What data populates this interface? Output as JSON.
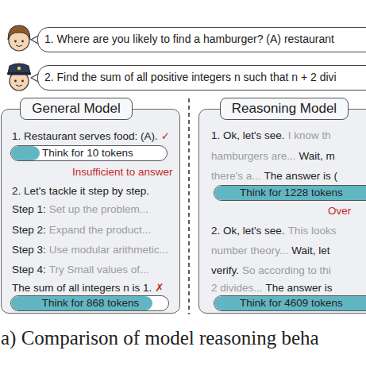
{
  "diagram": {
    "caption": "a) Comparison of model reasoning beha",
    "nodes": [
      {
        "text": [
          "1. Where are you likely to find a hamburger? (A) restaurant"
        ]
      },
      {
        "text": [
          "2. Find the sum of all positive integers n such that n + 2 divi"
        ]
      },
      {
        "text": [
          "General Model",
          "1. Restaurant serves food: (A).",
          "✓",
          "Insufficient to answer",
          "2. Let's tackle it step by step.",
          "Step 1:",
          "Set up the problem...",
          "Step 2:",
          "Expand the product...",
          "Step 3:",
          "Use modular arithmetic...",
          "Step 4:",
          "Try Small values of...",
          "The sum of all integers n is 1.",
          "✗"
        ]
      },
      {
        "text": [
          "Think for 10 tokens"
        ],
        "in": 2
      },
      {
        "text": [
          "Think for 868 tokens"
        ],
        "in": 2
      },
      {
        "text": [
          "Reasoning Model",
          "1. Ok, let's see.",
          "I know th",
          "hamburgers are...",
          "Wait, m",
          "there's a...",
          "The answer is (",
          "Over",
          "2. Ok, let's see.",
          "This looks",
          "number theory...",
          "Wait, let",
          "verify.",
          "So according to thi",
          "2 divides...",
          "The answer is"
        ]
      },
      {
        "text": [
          "Think for 1228 tokens"
        ],
        "in": 5
      },
      {
        "text": [
          "Think for 4609 tokens"
        ],
        "in": 5
      }
    ]
  }
}
